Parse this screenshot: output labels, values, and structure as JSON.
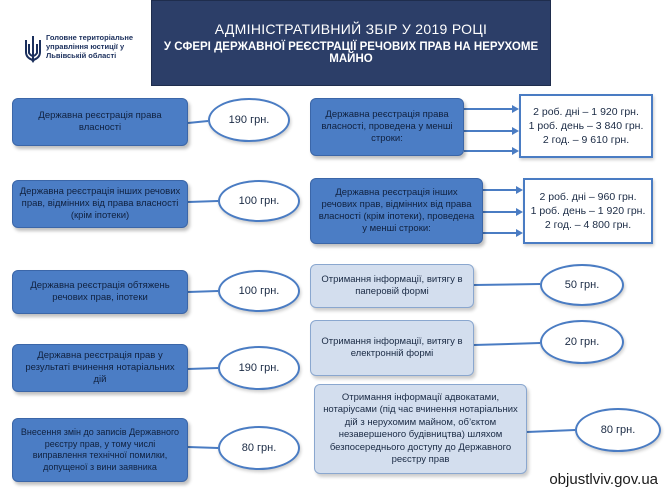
{
  "org": {
    "name_line1": "Головне територіальне",
    "name_line2": "управління юстиції у",
    "name_line3": "Львівській області",
    "logo_icon": "trident-emblem-icon"
  },
  "header": {
    "title": "АДМІНІСТРАТИВНИЙ ЗБІР У  2019 РОЦІ",
    "subtitle": "У СФЕРІ ДЕРЖАВНОЇ РЕЄСТРАЦІЇ РЕЧОВИХ ПРАВ НА НЕРУХОМЕ МАЙНО"
  },
  "left_items": [
    {
      "label": "Державна реєстрація права власності",
      "fee": "190 грн."
    },
    {
      "label": "Державна реєстрація інших речових прав, відмінних від права власності (крім іпотеки)",
      "fee": "100 грн."
    },
    {
      "label": "Державна реєстрація обтяжень речових прав, іпотеки",
      "fee": "100 грн."
    },
    {
      "label": "Державна реєстрація прав у результаті вчинення нотаріальних дій",
      "fee": "190 грн."
    },
    {
      "label": "Внесення змін до записів Державного реєстру прав, у тому числі виправлення технічної помилки, допущеної з вини заявника",
      "fee": "80 грн."
    }
  ],
  "right_items": [
    {
      "label": "Державна реєстрація права власності, проведена у менші строки:",
      "fees": [
        "2 роб. дні – 1 920 грн.",
        "1 роб. день – 3 840 грн.",
        "2 год. – 9 610 грн."
      ]
    },
    {
      "label": "Державна реєстрація інших речових прав, відмінних від права власності (крім іпотеки), проведена у менші строки:",
      "fees": [
        "2 роб. дні – 960 грн.",
        "1 роб. день – 1 920 грн.",
        "2 год. – 4 800 грн."
      ]
    },
    {
      "label": "Отримання інформації, витягу в паперовій формі",
      "fee": "50 грн."
    },
    {
      "label": "Отримання інформації, витягу в електронній формі",
      "fee": "20 грн."
    },
    {
      "label": "Отримання інформації адвокатами, нотаріусами (під час вчинення нотаріальних дій з нерухомим майном, об’єктом незавершеного будівництва) шляхом безпосереднього доступу до Державного реєстру прав",
      "fee": "80 грн."
    }
  ],
  "footer": {
    "site": "objustlviv.gov.ua"
  }
}
